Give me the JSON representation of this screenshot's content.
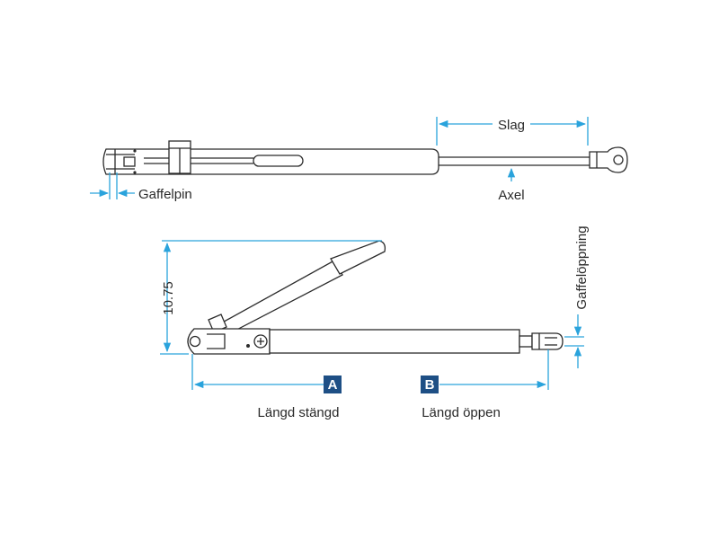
{
  "colors": {
    "dimension_line": "#2aa3dc",
    "badge_fill": "#1e4f85",
    "outline": "#2b2b2b",
    "text": "#2a2a2a"
  },
  "labels": {
    "slag": "Slag",
    "axel": "Axel",
    "gaffelpin": "Gaffelpin",
    "angle_dim": "10.75",
    "gaffeloppning": "Gaffelöppning",
    "badge_a": "A",
    "badge_b": "B",
    "langd_stangd": "Längd stängd",
    "langd_oppen": "Längd öppen"
  }
}
